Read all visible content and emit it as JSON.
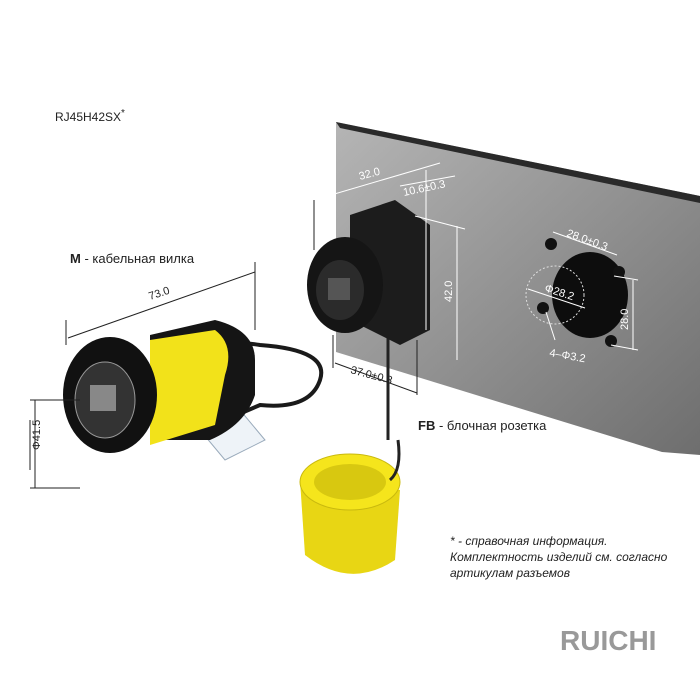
{
  "model": "RJ45H42SX",
  "model_mark": "*",
  "plug_label": {
    "code": "M",
    "text": " - кабельная вилка"
  },
  "socket_label": {
    "code": "FB",
    "text": " - блочная розетка"
  },
  "dimensions": {
    "plug_length": "73.0",
    "plug_diameter": "Φ41.5",
    "socket_width": "32.0",
    "socket_offset": "10.6±0.3",
    "socket_height": "42.0",
    "socket_depth": "37.0±0.3",
    "hole_spacing_h": "28.0±0.3",
    "hole_spacing_v": "28.0",
    "cutout_diameter": "Φ28.2",
    "mount_holes": "4–Φ3.2"
  },
  "note": {
    "line1": "* - справочная информация.",
    "line2": "Комплектность изделий см. согласно",
    "line3": "артикулам разъемов"
  },
  "watermark": "RUICHI",
  "colors": {
    "yellow": "#f2e21a",
    "panel": "#8a8a8a",
    "black": "#1a1a1a"
  }
}
